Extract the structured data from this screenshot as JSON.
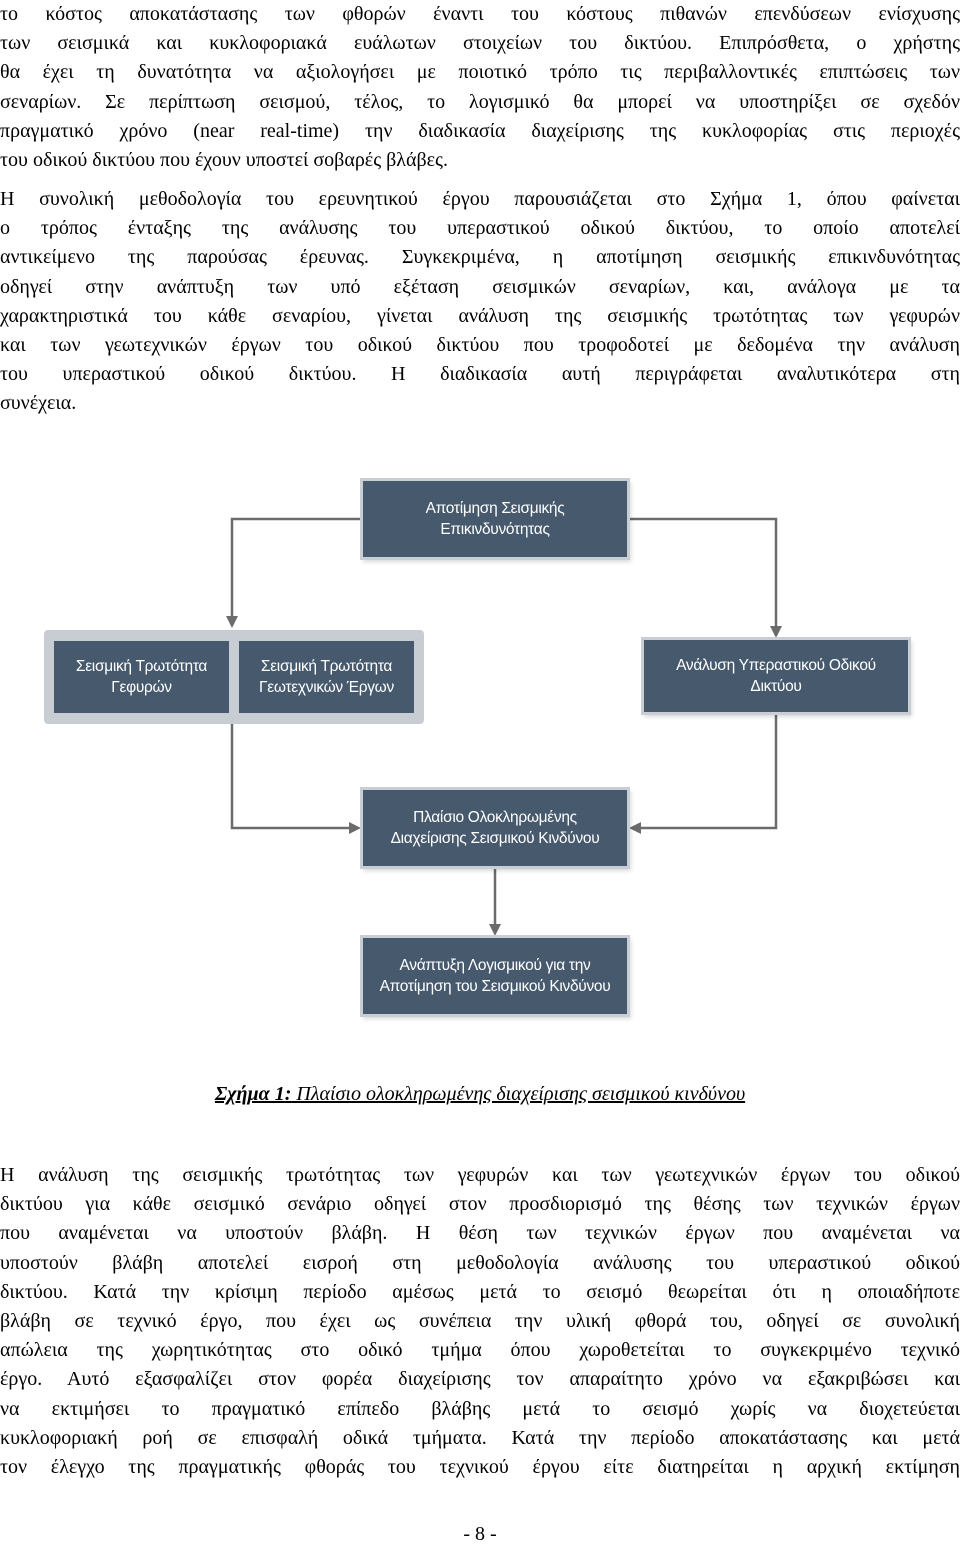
{
  "paragraph_1": [
    "το κόστος αποκατάστασης των φθορών έναντι του κόστους πιθανών επενδύσεων ενίσχυσης",
    "των σεισμικά και κυκλοφοριακά ευάλωτων στοιχείων του δικτύου. Επιπρόσθετα, ο χρήστης",
    "θα έχει τη δυνατότητα να αξιολογήσει με ποιοτικό τρόπο τις περιβαλλοντικές επιπτώσεις των",
    "σεναρίων. Σε περίπτωση σεισμού, τέλος, το λογισμικό θα μπορεί να υποστηρίξει σε σχεδόν",
    "πραγματικό χρόνο (near real-time) την διαδικασία διαχείρισης της κυκλοφορίας στις περιοχές",
    "του οδικού δικτύου που έχουν υποστεί σοβαρές βλάβες."
  ],
  "paragraph_2": [
    "Η συνολική μεθοδολογία του ερευνητικού έργου παρουσιάζεται στο Σχήμα 1, όπου φαίνεται",
    "ο τρόπος ένταξης της ανάλυσης του υπεραστικού οδικού δικτύου, το οποίο αποτελεί",
    "αντικείμενο της παρούσας έρευνας. Συγκεκριμένα, η αποτίμηση σεισμικής επικινδυνότητας",
    "οδηγεί στην ανάπτυξη των υπό εξέταση σεισμικών σεναρίων, και, ανάλογα με τα",
    "χαρακτηριστικά του κάθε σεναρίου, γίνεται ανάλυση της σεισμικής τρωτότητας των γεφυρών",
    "και των γεωτεχνικών έργων του οδικού δικτύου που τροφοδοτεί με δεδομένα την ανάλυση",
    "του υπεραστικού οδικού δικτύου. Η διαδικασία αυτή περιγράφεται αναλυτικότερα στη",
    "συνέχεια."
  ],
  "diagram": {
    "hazard": [
      "Αποτίμηση Σεισμικής",
      "Επικινδυνότητας"
    ],
    "bridges": [
      "Σεισμική Τρωτότητα",
      "Γεφυρών"
    ],
    "geotech": [
      "Σεισμική Τρωτότητα",
      "Γεωτεχνικών Έργων"
    ],
    "network": [
      "Ανάλυση Υπεραστικού Οδικού",
      "Δικτύου"
    ],
    "framework": [
      "Πλαίσιο Ολοκληρωμένης",
      "Διαχείρισης Σεισμικού Κινδύνου"
    ],
    "software": [
      "Ανάπτυξη Λογισμικού για την",
      "Αποτίμηση του Σεισμικού Κινδύνου"
    ]
  },
  "caption": {
    "label": "Σχήμα 1:",
    "text": " Πλαίσιο ολοκληρωμένης διαχείρισης σεισμικού κινδύνου"
  },
  "paragraph_3": [
    "Η ανάλυση της σεισμικής τρωτότητας των γεφυρών και των γεωτεχνικών έργων του οδικού",
    "δικτύου για κάθε σεισμικό σενάριο οδηγεί στον προσδιορισμό της θέσης των τεχνικών έργων",
    "που αναμένεται να υποστούν βλάβη. Η θέση των τεχνικών έργων που αναμένεται να",
    "υποστούν βλάβη αποτελεί εισροή στη μεθοδολογία ανάλυσης του υπεραστικού οδικού",
    "δικτύου. Κατά την κρίσιμη περίοδο αμέσως μετά το σεισμό θεωρείται ότι η οποιαδήποτε",
    "βλάβη σε τεχνικό έργο, που έχει ως συνέπεια την υλική φθορά του, οδηγεί σε συνολική",
    "απώλεια της χωρητικότητας στο οδικό τμήμα όπου χωροθετείται το συγκεκριμένο τεχνικό",
    "έργο. Αυτό εξασφαλίζει στον φορέα διαχείρισης τον απαραίτητο χρόνο να εξακριβώσει και",
    "να εκτιμήσει το πραγματικό επίπεδο βλάβης μετά το σεισμό χωρίς να διοχετεύεται",
    "κυκλοφοριακή ροή σε επισφαλή οδικά τμήματα. Κατά την περίοδο αποκατάστασης και μετά",
    "τον έλεγχο της πραγματικής φθοράς του τεχνικού έργου είτε διατηρείται η αρχική εκτίμηση"
  ],
  "page_number": "- 8 -",
  "colors": {
    "box_fill": "#46596d",
    "box_border": "#c9ced4",
    "arrow": "#6b6b6b"
  }
}
